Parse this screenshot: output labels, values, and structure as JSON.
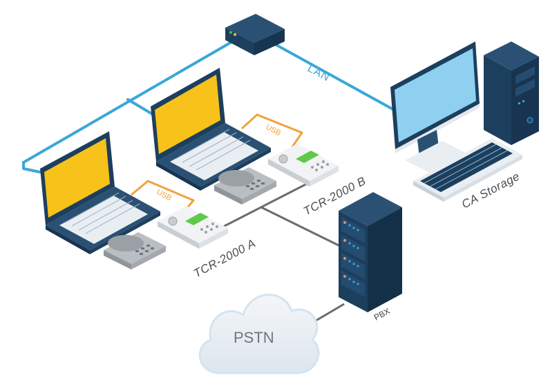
{
  "labels": {
    "lan": "LAN",
    "usb_a": "USB",
    "usb_b": "USB",
    "tcr_a": "TCR-2000 A",
    "tcr_b": "TCR-2000 B",
    "ca_storage": "CA Storage",
    "pbx": "PBX",
    "pstn": "PSTN"
  },
  "colors": {
    "lan_cable": "#3aa7d8",
    "usb_cable": "#f0a23c",
    "phone_line": "#6b6b6b",
    "device_navy": "#1d3f5e",
    "screen_yellow": "#f7c21a",
    "screen_blue": "#8fd0f0"
  }
}
